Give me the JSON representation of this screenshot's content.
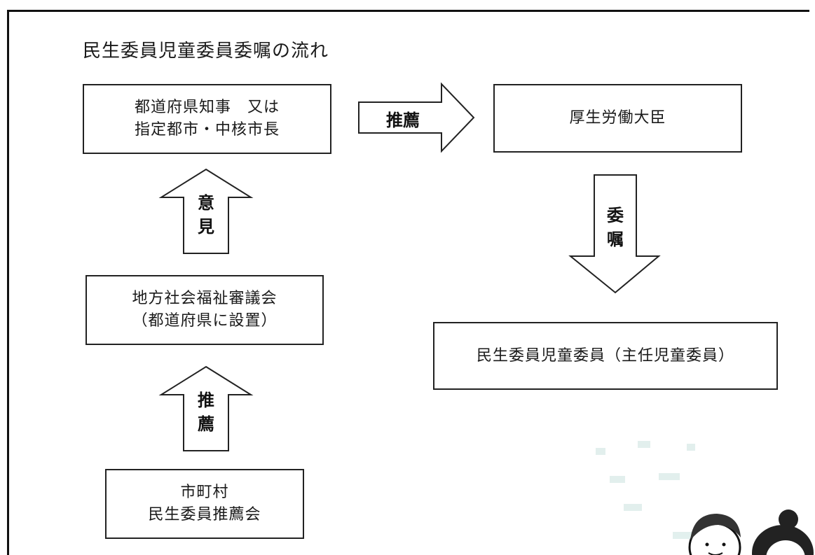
{
  "title": "民生委員児童委員委嘱の流れ",
  "boxes": {
    "governor": {
      "line1": "都道府県知事　又は",
      "line2": "指定都市・中核市長"
    },
    "minister": {
      "line1": "厚生労働大臣"
    },
    "council": {
      "line1": "地方社会福祉審議会",
      "line2": "（都道府県に設置）"
    },
    "commissioner": {
      "line1": "民生委員児童委員（主任児童委員）"
    },
    "municipal": {
      "line1": "市町村",
      "line2": "民生委員推薦会"
    }
  },
  "arrows": {
    "recommend_right": {
      "label": "推薦"
    },
    "commission_down": {
      "char1": "委",
      "char2": "嘱"
    },
    "opinion_up": {
      "char1": "意",
      "char2": "見"
    },
    "recommend_up": {
      "char1": "推",
      "char2": "薦"
    }
  }
}
